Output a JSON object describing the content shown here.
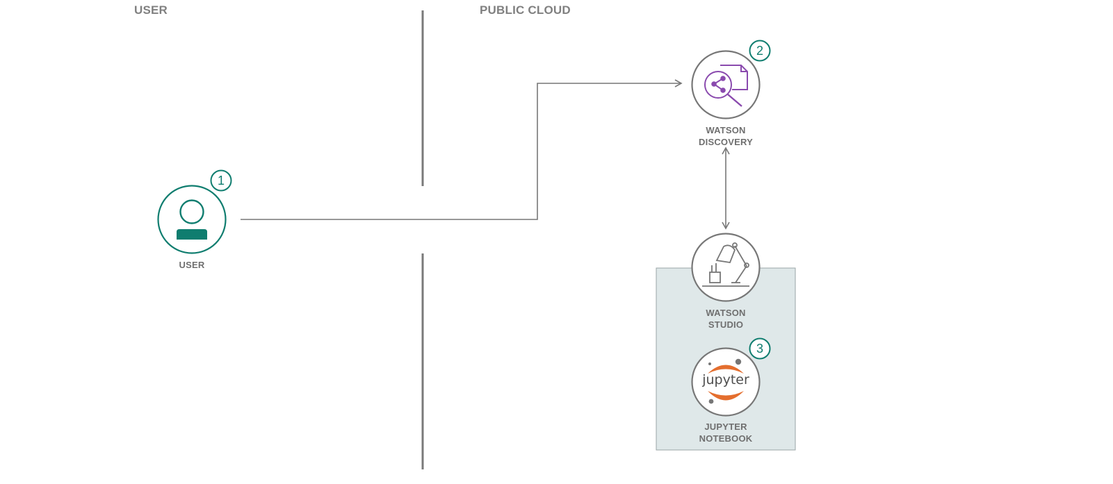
{
  "zones": {
    "user_label": "USER",
    "cloud_label": "PUBLIC CLOUD"
  },
  "nodes": {
    "user": {
      "label_line1": "USER",
      "step": "1"
    },
    "discovery": {
      "label_line1": "WATSON",
      "label_line2": "DISCOVERY",
      "step": "2"
    },
    "studio": {
      "label_line1": "WATSON",
      "label_line2": "STUDIO"
    },
    "jupyter": {
      "label_line1": "JUPYTER",
      "label_line2": "NOTEBOOK",
      "step": "3",
      "logo_text": "jupyter"
    }
  },
  "colors": {
    "accent_green": "#0f7d6f",
    "line_gray": "#777777",
    "discovery_purple": "#8a4aae",
    "jupyter_orange": "#e46e2e",
    "studio_box_fill": "#dfe8e9"
  },
  "icons": {
    "user": "user-icon",
    "discovery": "discovery-search-document-icon",
    "studio": "desk-lamp-icon",
    "jupyter": "jupyter-logo-icon"
  }
}
